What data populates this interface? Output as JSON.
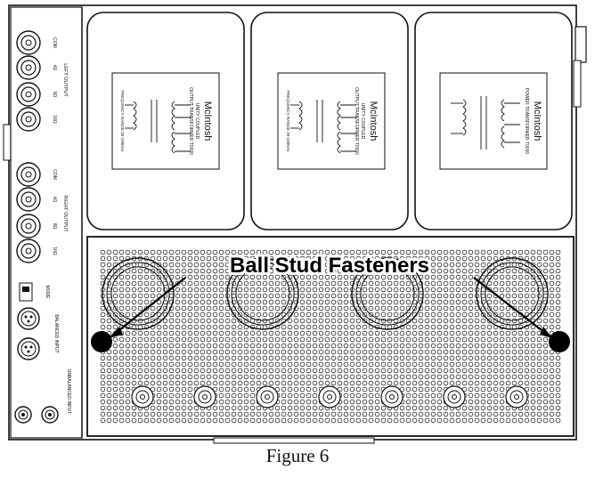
{
  "caption": "Figure 6",
  "callout": "Ball Stud Fasteners",
  "colors": {
    "line": "#111111",
    "panel": "#ffffff",
    "dot": "#000000"
  },
  "transformers": [
    {
      "brand": "McIntosh",
      "type_line_1": "UNITY COUPLED",
      "type_line_2": "OUTPUT TRANSFORMER T0000",
      "footer": "FREQUENCY RANGE 20-100KHz"
    },
    {
      "brand": "McIntosh",
      "type_line_1": "UNITY COUPLED",
      "type_line_2": "OUTPUT TRANSFORMER T0000",
      "footer": "FREQUENCY RANGE 20-100KHz"
    },
    {
      "brand": "McIntosh",
      "type_line_1": "POWER TRANSFORMER T0000",
      "type_line_2": "",
      "footer": ""
    }
  ],
  "rear_panel": {
    "left_output_label": "LEFT OUTPUT",
    "right_output_label": "RIGHT OUTPUT",
    "input_label": "BALANCED INPUT",
    "unbalanced_label": "UNBALANCED INPUT",
    "mode_label": "MODE",
    "tap_labels": [
      "COM",
      "4Ω",
      "8Ω",
      "16Ω"
    ]
  }
}
